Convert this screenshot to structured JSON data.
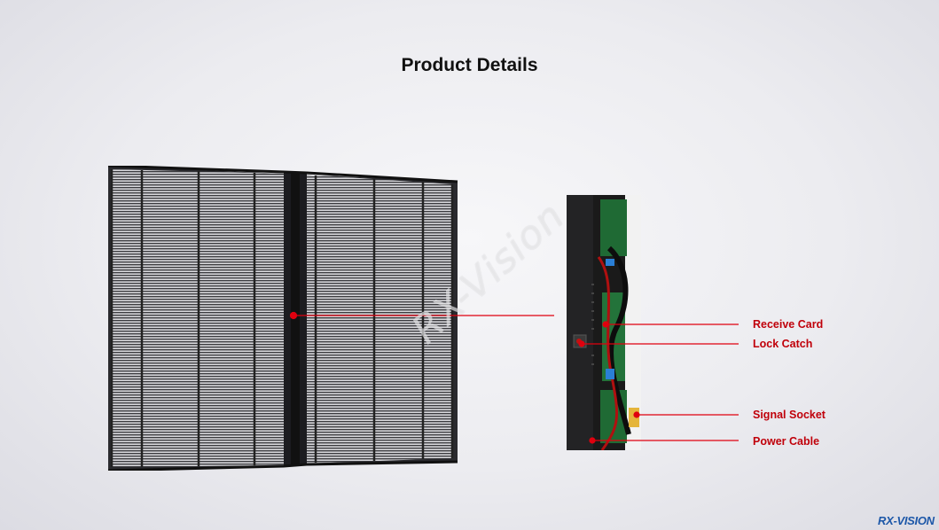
{
  "page": {
    "title": "Product Details"
  },
  "callouts": [
    {
      "label": "Receive Card"
    },
    {
      "label": "Lock Catch"
    },
    {
      "label": "Signal Socket"
    },
    {
      "label": "Power Cable"
    }
  ],
  "watermark": "RX-Vision",
  "logo": {
    "text": "RX-VISION"
  },
  "colors": {
    "callout": "#e0000f",
    "label": "#c0000a",
    "panel_frame": "#1a1a1a",
    "logo": "#1c57a8"
  }
}
